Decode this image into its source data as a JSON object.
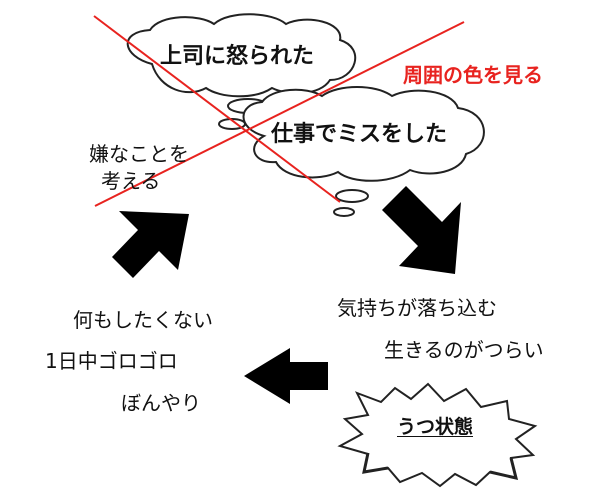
{
  "clouds": {
    "boss_angry": "上司に怒られた",
    "work_mistake": "仕事でミスをした"
  },
  "thinking": {
    "line1": "嫌なことを",
    "line2": "考える"
  },
  "highlight": {
    "text": "周囲の色を見る",
    "color": "#e8231f"
  },
  "right_side": {
    "line1": "気持ちが落ち込む",
    "line2": "生きるのがつらい"
  },
  "state": {
    "label": "うつ状態"
  },
  "left_side": {
    "line1": "何もしたくない",
    "line2": "1日中ゴロゴロ",
    "line3": "ぼんやり"
  },
  "arrows": [
    "up-right-arrow",
    "down-right-arrow",
    "left-arrow"
  ],
  "colors": {
    "cross": "#e8231f",
    "arrow": "#000000",
    "text": "#111111"
  }
}
